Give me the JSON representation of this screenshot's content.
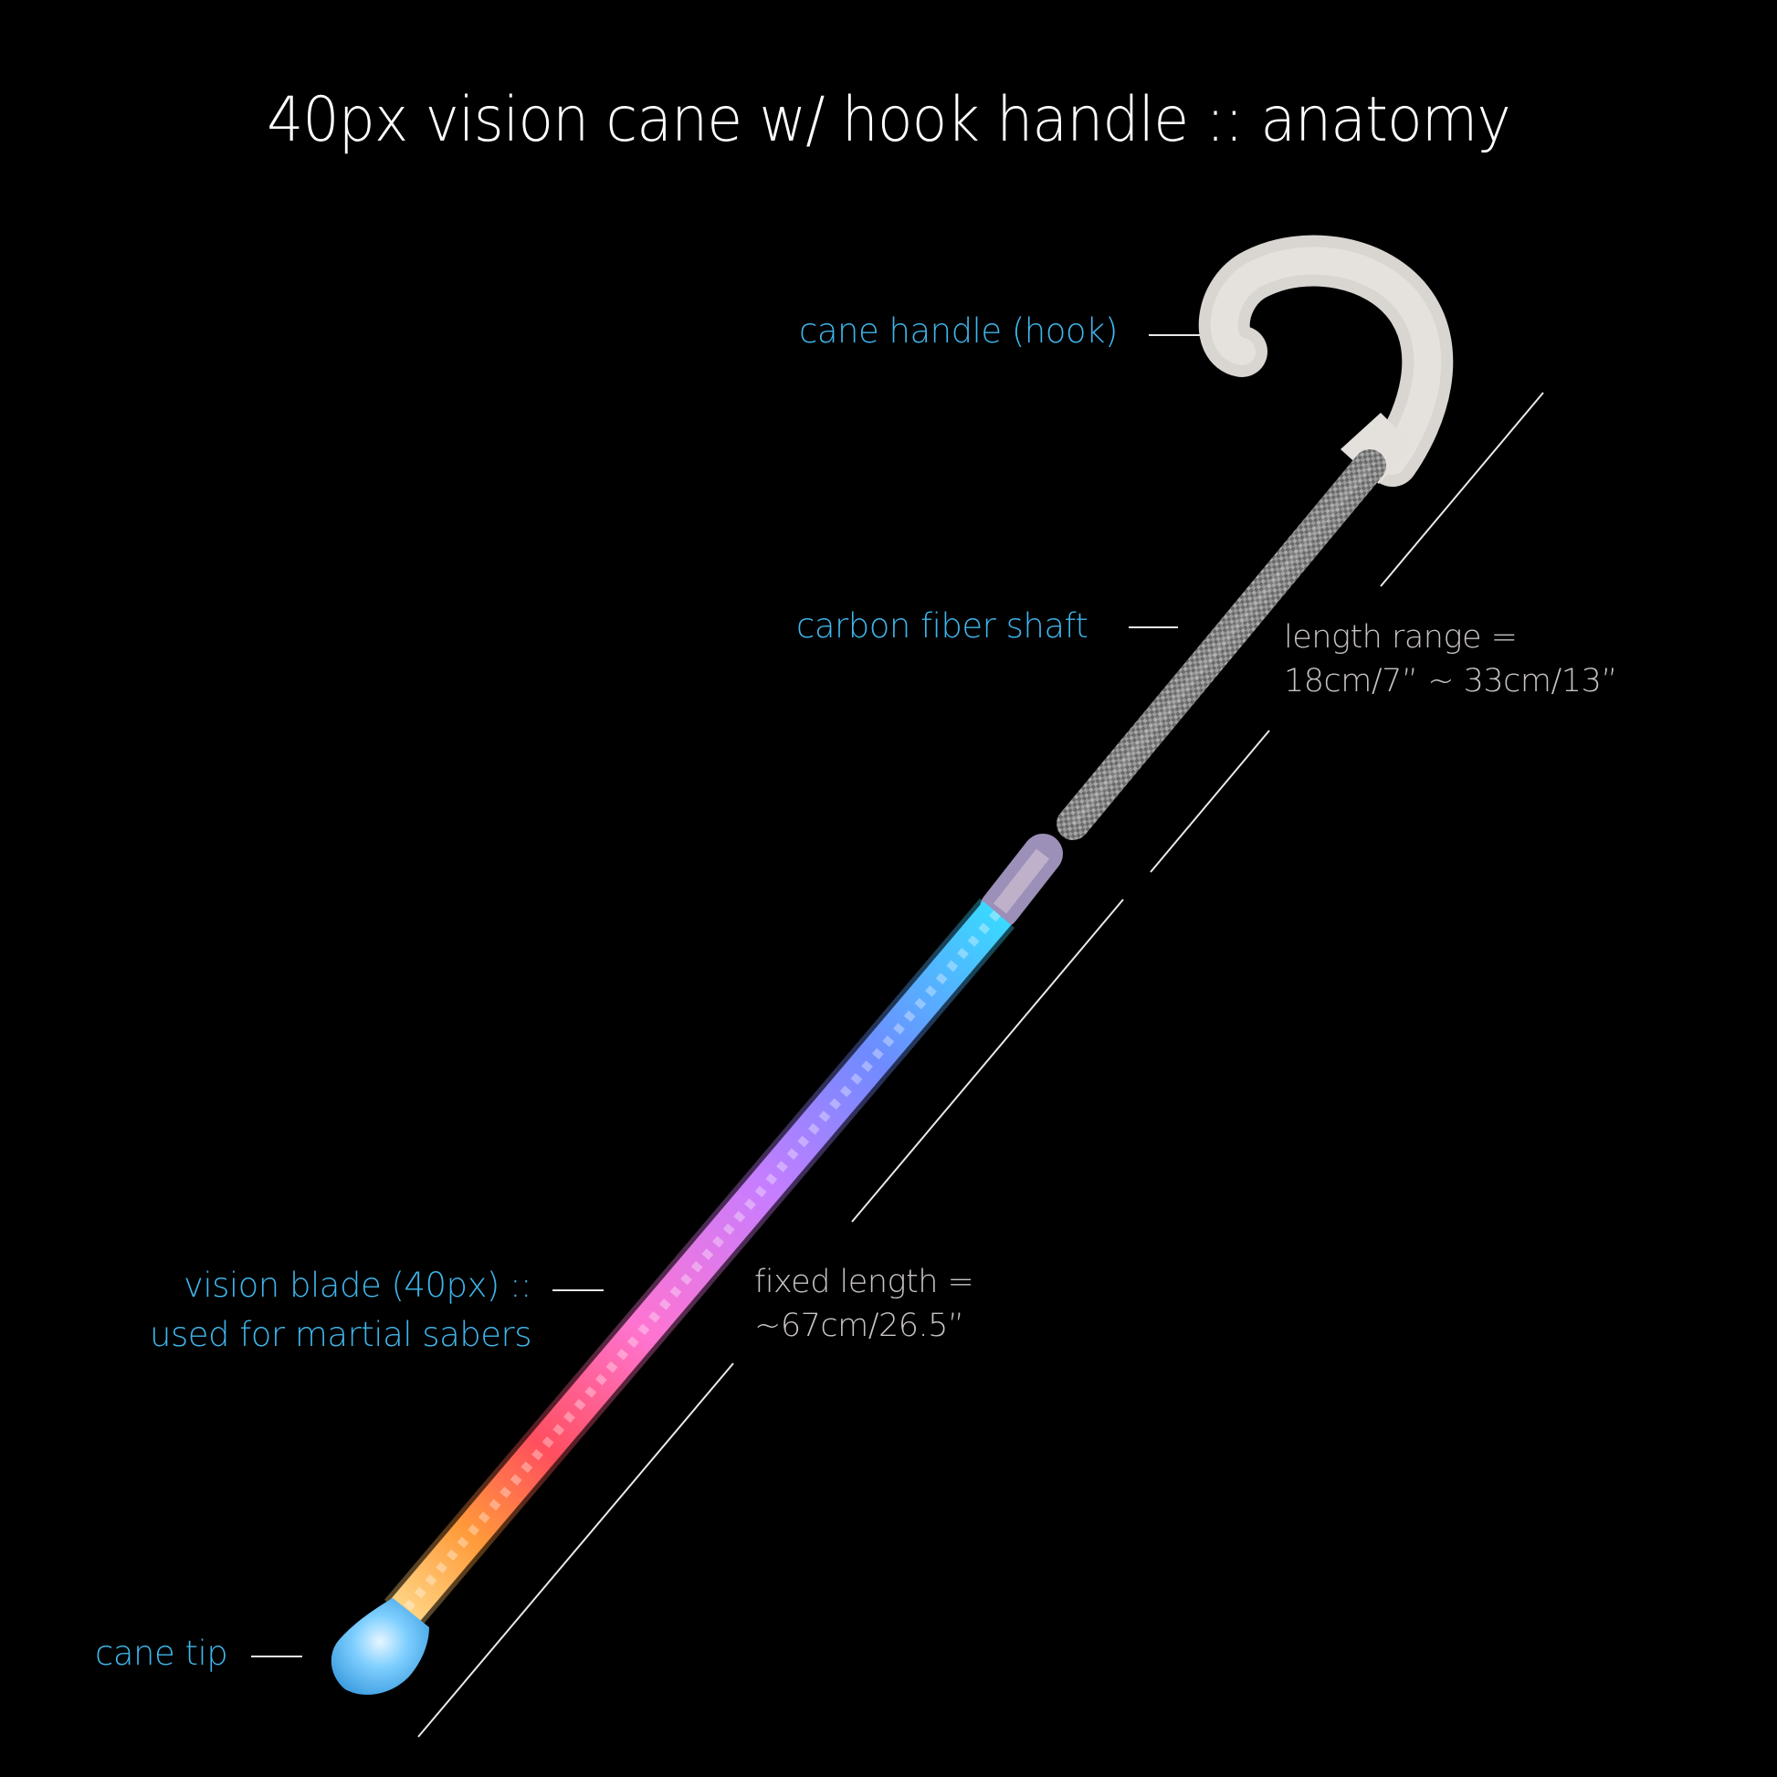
{
  "title": "40px vision cane w/ hook handle :: anatomy",
  "colors": {
    "background": "#000000",
    "label_blue": "#3fb5ea",
    "note_gray": "#c8c2c2",
    "leader_white": "#e8e8e8"
  },
  "labels": {
    "handle": "cane handle (hook)",
    "shaft": "carbon fiber shaft",
    "blade_line1": "vision blade (40px) ::",
    "blade_line2": "used for martial sabers",
    "tip": "cane tip"
  },
  "dimensions": {
    "shaft_line1": "length range =",
    "shaft_line2": "18cm/7” ~ 33cm/13”",
    "blade_line1": "fixed length =",
    "blade_line2": "~67cm/26.5”"
  },
  "parts": [
    {
      "name": "cane handle (hook)",
      "material": "white textured hook"
    },
    {
      "name": "carbon fiber shaft",
      "material": "carbon fiber"
    },
    {
      "name": "vision blade (40px)",
      "gradient": [
        "#3ad8ff",
        "#7b7bff",
        "#c77dff",
        "#ff6fc8",
        "#ff4f5e",
        "#ff9a3a",
        "#ffe08a"
      ]
    },
    {
      "name": "cane tip",
      "material": "blue translucent rubber"
    }
  ]
}
